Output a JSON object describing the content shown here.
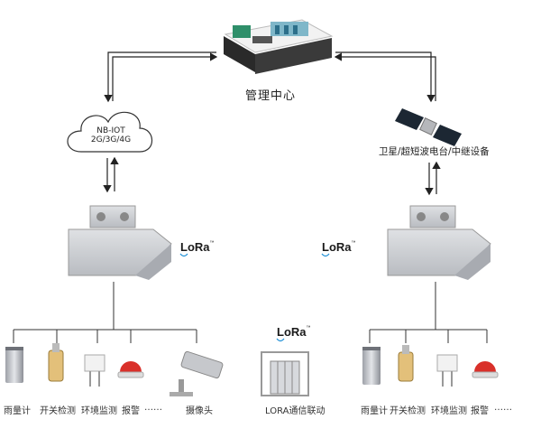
{
  "management_center": {
    "label": "管理中心"
  },
  "cloud": {
    "line1": "NB-IOT",
    "line2": "2G/3G/4G"
  },
  "satellite": {
    "label": "卫星/超短波电台/中继设备"
  },
  "lora": {
    "text": "LoRa",
    "tm": "™"
  },
  "left_devices": [
    {
      "label": "雨量计"
    },
    {
      "label": "开关检测"
    },
    {
      "label": "环境监测"
    },
    {
      "label": "报警"
    },
    {
      "label": "……"
    },
    {
      "label": "摄像头"
    }
  ],
  "center_device": {
    "label": "LORA通信联动"
  },
  "right_devices": [
    {
      "label": "雨量计"
    },
    {
      "label": "开关检测"
    },
    {
      "label": "环境监测"
    },
    {
      "label": "报警"
    },
    {
      "label": "……"
    }
  ],
  "colors": {
    "line": "#333333",
    "arrow": "#222222",
    "lora_blue": "#1e8fd6",
    "alarm_red": "#d9302a",
    "metal": "#c9cbd0"
  }
}
